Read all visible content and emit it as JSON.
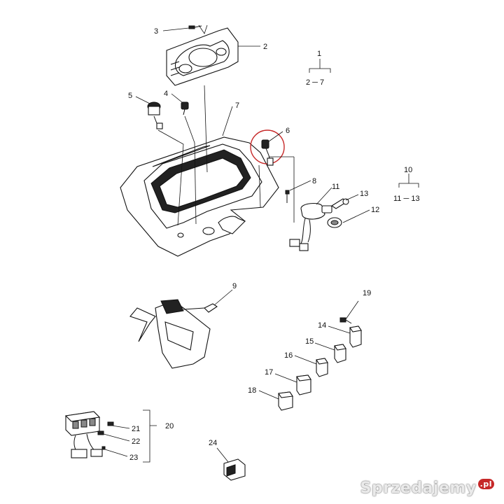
{
  "callouts": {
    "c1": "1",
    "c2_7": "2 ─ 7",
    "c2": "2",
    "c3": "3",
    "c4": "4",
    "c5": "5",
    "c6": "6",
    "c7": "7",
    "c8": "8",
    "c9": "9",
    "c10": "10",
    "c11_13": "11 ─ 13",
    "c11": "11",
    "c12": "12",
    "c13": "13",
    "c14": "14",
    "c15": "15",
    "c16": "16",
    "c17": "17",
    "c18": "18",
    "c19": "19",
    "c20": "20",
    "c21": "21",
    "c22": "22",
    "c23": "23",
    "c24": "24"
  },
  "watermark": {
    "text": "Sprzedajemy",
    "suffix": ".pl"
  },
  "colors": {
    "line": "#111111",
    "highlight": "#c62828",
    "background": "#ffffff"
  }
}
